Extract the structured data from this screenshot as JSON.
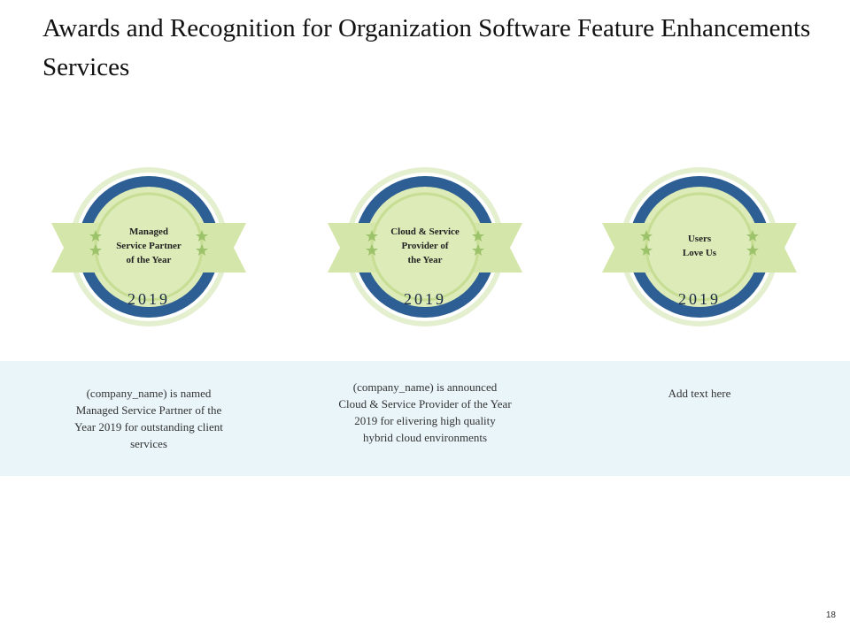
{
  "slide": {
    "title": "Awards and Recognition for Organization Software Feature Enhancements Services",
    "page_number": "18"
  },
  "badges": [
    {
      "label": "Managed\nService Partner\nof the Year",
      "year": "2019",
      "description": "(company_name) is named\nManaged Service Partner of the\nYear 2019 for outstanding client\nservices"
    },
    {
      "label": "Cloud & Service\nProvider of\nthe Year",
      "year": "2019",
      "description": "(company_name) is announced\nCloud & Service Provider of the Year\n2019 for elivering high quality\nhybrid cloud environments"
    },
    {
      "label": "Users\nLove Us",
      "year": "2019",
      "description": "Add text here"
    }
  ],
  "colors": {
    "outer_ring": "#e4efcf",
    "blue_ring": "#2e5f94",
    "inner_disc": "#dcebb8",
    "ribbon": "#d4e6a9",
    "star": "#9cc26a",
    "band": "#eaf5fa"
  },
  "icons": {
    "badge_star": "star-icon"
  }
}
